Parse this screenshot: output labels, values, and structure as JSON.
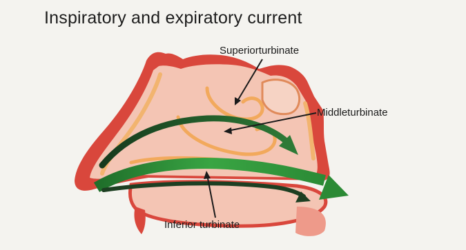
{
  "title": "Inspiratory and expiratory current",
  "labels": {
    "superior": "Superiorturbinate",
    "middle": "Middleturbinate",
    "inferior": "Inferior turbinate"
  },
  "colors": {
    "tissue_red": "#d9473c",
    "tissue_pink": "#f4c5b4",
    "cartilage_orange": "#f2b46f",
    "airflow_green": "#2f8f3a",
    "airflow_dark": "#173b1f",
    "background": "#f4f3ef"
  }
}
